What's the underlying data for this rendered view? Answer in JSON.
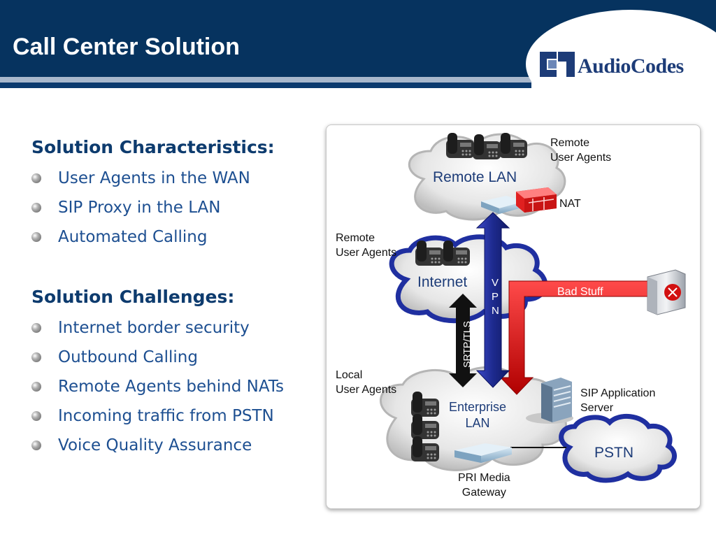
{
  "slide": {
    "title": "Call Center Solution"
  },
  "logo": {
    "text": "AudioCodes"
  },
  "characteristics": {
    "heading": "Solution Characteristics:",
    "items": [
      "User Agents in the WAN",
      "SIP Proxy in the LAN",
      "Automated Calling"
    ]
  },
  "challenges": {
    "heading": "Solution Challenges:",
    "items": [
      "Internet border security",
      "Outbound Calling",
      "Remote Agents behind NATs",
      "Incoming traffic from PSTN",
      "Voice Quality Assurance"
    ]
  },
  "diagram": {
    "remote_lan": "Remote LAN",
    "internet": "Internet",
    "enterprise_lan": "Enterprise\nLAN",
    "pstn": "PSTN",
    "remote_agents_top": "Remote\nUser Agents",
    "nat": "NAT",
    "remote_agents_mid": "Remote\nUser Agents",
    "local_agents": "Local\nUser Agents",
    "vpn": "V\nP\nN",
    "srtp": "SRTP/TLS",
    "bad_stuff": "Bad Stuff",
    "sip_server": "SIP Application\nServer",
    "gateway": "PRI Media\nGateway"
  },
  "colors": {
    "header": "#06335f",
    "bullet_text": "#1d4f91",
    "heading_text": "#0d3b6e",
    "vpn_arrow": "#1d2a8e",
    "bad_stuff_arrow": "#d21010",
    "cloud_border": "#1f2fa0"
  },
  "icons": [
    "phone-icon",
    "firewall-icon",
    "router-icon",
    "server-icon",
    "attacker-server-icon",
    "gateway-icon"
  ]
}
